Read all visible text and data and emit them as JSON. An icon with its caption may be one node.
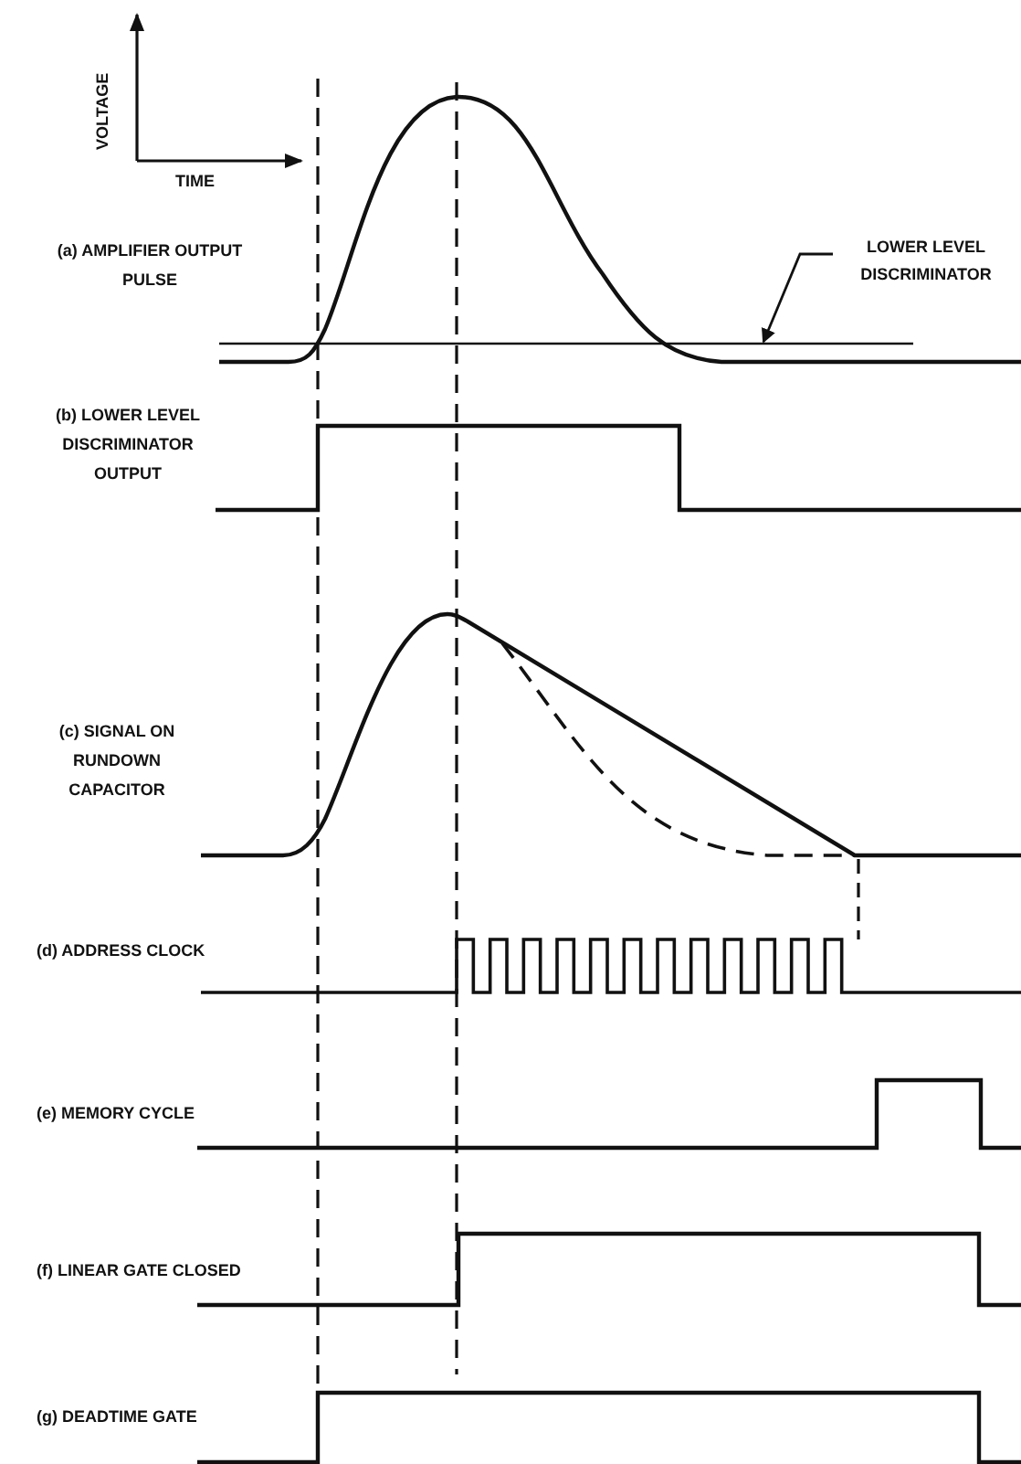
{
  "diagram": {
    "nodes": [
      {
        "text": [
          "LOWER LEVEL DISCRIMINATOR"
        ]
      },
      {
        "text": [],
        "shape": "line"
      }
    ],
    "edges": [
      {
        "from": 0,
        "to": 1,
        "arrow": "to"
      }
    ],
    "labels": [
      "VOLTAGE",
      "TIME",
      "(a) AMPLIFIER OUTPUT PULSE",
      "(b) LOWER LEVEL DISCRIMINATOR OUTPUT",
      "(c) SIGNAL ON RUNDOWN CAPACITOR",
      "(d) ADDRESS CLOCK",
      "(e) MEMORY CYCLE",
      "(f) LINEAR GATE CLOSED",
      "(g) DEADTIME GATE"
    ]
  }
}
